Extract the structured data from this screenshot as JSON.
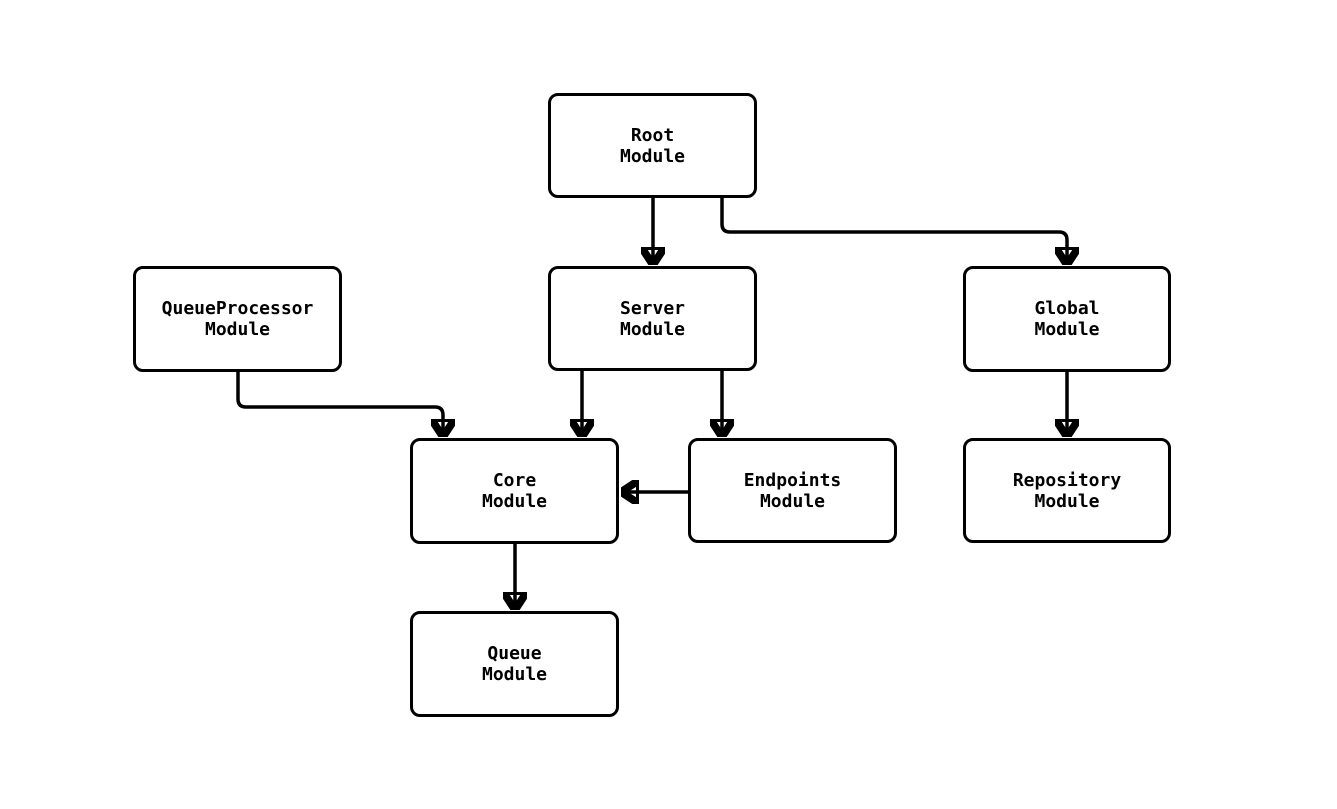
{
  "diagram": {
    "type": "flowchart",
    "direction": "top-down",
    "nodes": [
      {
        "id": "root",
        "label": "Root\nModule"
      },
      {
        "id": "queueprocessor",
        "label": "QueueProcessor\nModule"
      },
      {
        "id": "server",
        "label": "Server\nModule"
      },
      {
        "id": "global",
        "label": "Global\nModule"
      },
      {
        "id": "core",
        "label": "Core\nModule"
      },
      {
        "id": "endpoints",
        "label": "Endpoints\nModule"
      },
      {
        "id": "repository",
        "label": "Repository\nModule"
      },
      {
        "id": "queue",
        "label": "Queue\nModule"
      }
    ],
    "edges": [
      {
        "from": "root",
        "to": "server",
        "style": "solid-arrow"
      },
      {
        "from": "root",
        "to": "global",
        "style": "solid-arrow"
      },
      {
        "from": "queueprocessor",
        "to": "core",
        "style": "solid-arrow"
      },
      {
        "from": "server",
        "to": "core",
        "style": "solid-arrow"
      },
      {
        "from": "server",
        "to": "endpoints",
        "style": "solid-arrow"
      },
      {
        "from": "endpoints",
        "to": "core",
        "style": "solid-arrow"
      },
      {
        "from": "global",
        "to": "repository",
        "style": "solid-arrow"
      },
      {
        "from": "core",
        "to": "queue",
        "style": "solid-arrow"
      }
    ],
    "colors": {
      "background": "#ffffff",
      "node_fill": "#ffffff",
      "stroke": "#000000",
      "text": "#000000"
    }
  }
}
